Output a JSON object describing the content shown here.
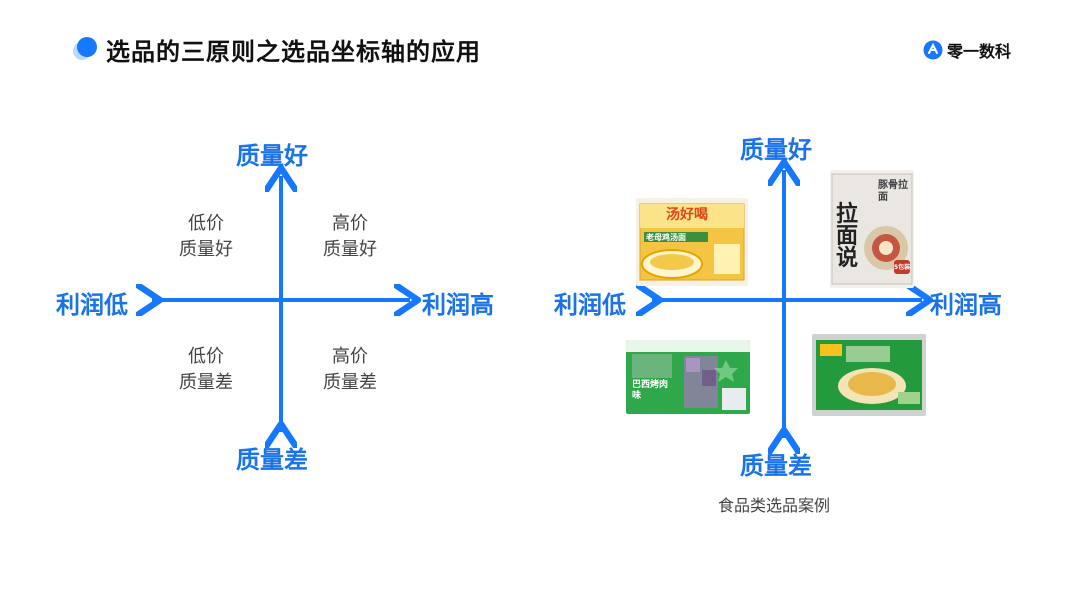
{
  "header": {
    "title": "选品的三原则之选品坐标轴的应用",
    "brand": "零一数科"
  },
  "left_matrix": {
    "top": "质量好",
    "bottom": "质量差",
    "left": "利润低",
    "right": "利润高",
    "quadrants": {
      "top_left": [
        "低价",
        "质量好"
      ],
      "top_right": [
        "高价",
        "质量好"
      ],
      "bottom_left": [
        "低价",
        "质量差"
      ],
      "bottom_right": [
        "高价",
        "质量差"
      ]
    }
  },
  "right_matrix": {
    "top": "质量好",
    "bottom": "质量差",
    "left": "利润低",
    "right": "利润高",
    "caption": "食品类选品案例",
    "products": {
      "top_left": {
        "icon": "soup-noodle-package",
        "text": [
          "汤好喝",
          "老母鸡汤面"
        ]
      },
      "top_right": {
        "icon": "ramen-package",
        "text": [
          "拉面说",
          "豚骨拉面",
          "5包装"
        ]
      },
      "bottom_left": {
        "icon": "blurred-snack-package",
        "text": [
          "巴西烤肉味"
        ]
      },
      "bottom_right": {
        "icon": "blurred-noodle-package",
        "text": []
      }
    }
  },
  "colors": {
    "accent": "#1a73e8",
    "arrow": "#1677ff"
  }
}
